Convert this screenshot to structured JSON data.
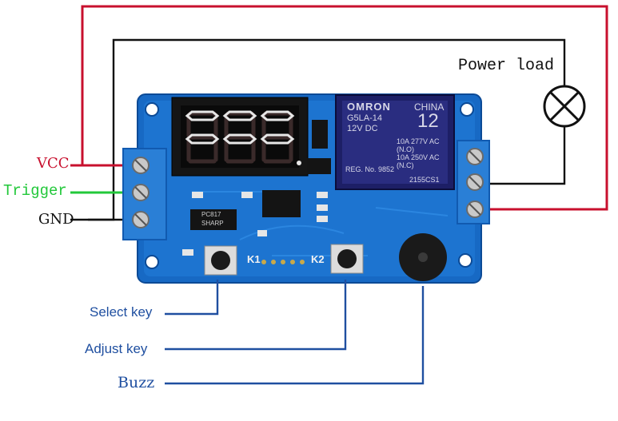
{
  "labels": {
    "power_load": "Power load",
    "vcc": "VCC",
    "trigger": "Trigger",
    "gnd": "GND",
    "select_key": "Select key",
    "adjust_key": "Adjust key",
    "buzz": "Buzz"
  },
  "board": {
    "k1": "K1",
    "k2": "K2",
    "relay_brand": "OMRON",
    "relay_model": "G5LA-14",
    "relay_voltage": "12V DC",
    "relay_country": "CHINA",
    "relay_number": "12",
    "relay_rating_1": "10A 277V AC",
    "relay_rating_2": "(N.O)",
    "relay_rating_3": "10A 250V AC",
    "relay_rating_4": "(N.C)",
    "relay_code": "2155CS1",
    "relay_reg": "REG. No. 9852",
    "optocoupler_brand": "SHARP",
    "optocoupler_model": "PC817"
  },
  "colors": {
    "vcc_wire": "#c8102e",
    "gnd_wire": "#111111",
    "trigger_wire": "#22c83a",
    "label_blue": "#1f4fa0",
    "board": "#1769c4",
    "terminal": "#2a7fd6"
  }
}
